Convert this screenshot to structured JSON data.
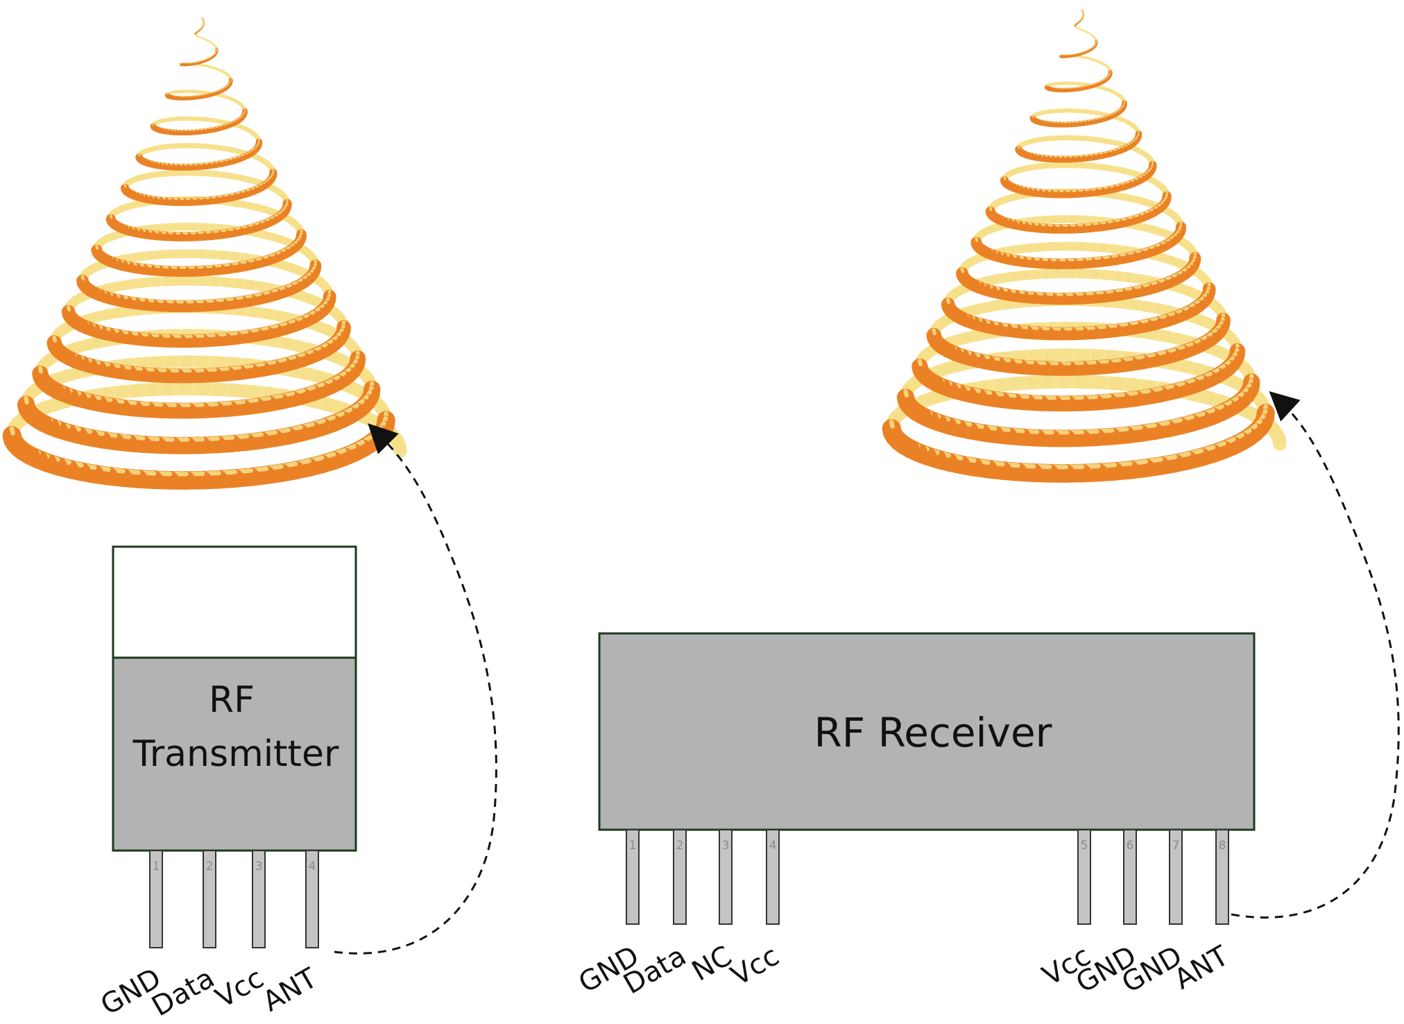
{
  "colors": {
    "module_fill": "#b3b3b3",
    "module_border": "#1e3a1e",
    "pin_fill": "#c4c4c4",
    "antenna_orange": "#ea8225",
    "antenna_yellow": "#f7e08a",
    "dashed_line": "#111111"
  },
  "transmitter": {
    "label_line1": "RF",
    "label_line2": "Transmitter",
    "pins": [
      {
        "number": "1",
        "name": "GND"
      },
      {
        "number": "2",
        "name": "Data"
      },
      {
        "number": "3",
        "name": "Vcc"
      },
      {
        "number": "4",
        "name": "ANT"
      }
    ],
    "antenna_icon": "conical-helix-antenna-icon"
  },
  "receiver": {
    "label": "RF Receiver",
    "pins": [
      {
        "number": "1",
        "name": "GND"
      },
      {
        "number": "2",
        "name": "Data"
      },
      {
        "number": "3",
        "name": "NC"
      },
      {
        "number": "4",
        "name": "Vcc"
      },
      {
        "number": "5",
        "name": "Vcc"
      },
      {
        "number": "6",
        "name": "GND"
      },
      {
        "number": "7",
        "name": "GND"
      },
      {
        "number": "8",
        "name": "ANT"
      }
    ],
    "antenna_icon": "conical-helix-antenna-icon"
  }
}
